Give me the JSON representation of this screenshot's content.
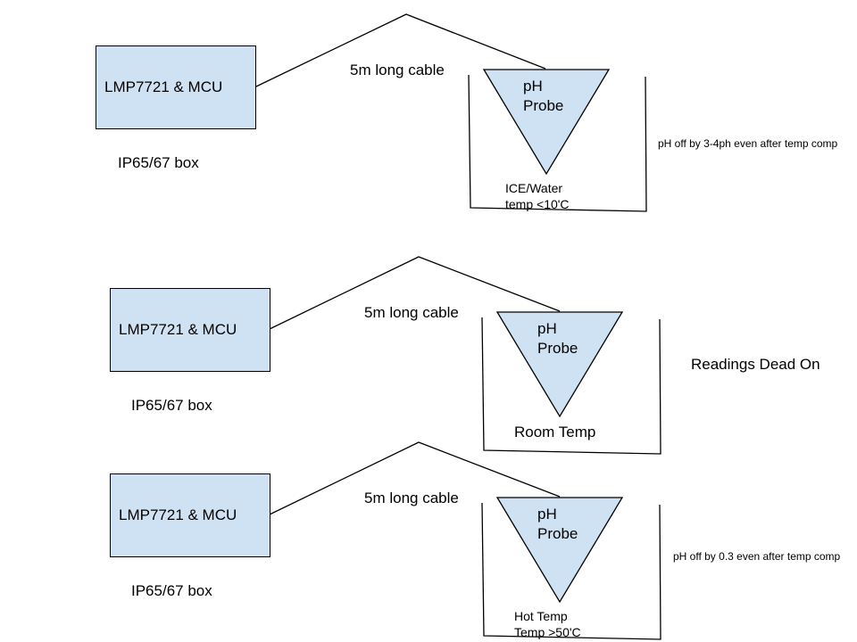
{
  "colors": {
    "fill": "#cfe2f3",
    "stroke": "#000000",
    "background": "#ffffff"
  },
  "scenarios": [
    {
      "box_label": "LMP7721 & MCU",
      "enclosure": "IP65/67 box",
      "cable": "5m long cable",
      "probe_line1": "pH",
      "probe_line2": "Probe",
      "bath_line1": "ICE/Water",
      "bath_line2": "temp <10'C",
      "note": "pH off by 3-4ph even after temp comp"
    },
    {
      "box_label": "LMP7721 & MCU",
      "enclosure": "IP65/67 box",
      "cable": "5m long cable",
      "probe_line1": "pH",
      "probe_line2": "Probe",
      "bath_line1": "Room Temp",
      "bath_line2": "",
      "note": "Readings Dead On"
    },
    {
      "box_label": "LMP7721 & MCU",
      "enclosure": "IP65/67 box",
      "cable": "5m long cable",
      "probe_line1": "pH",
      "probe_line2": "Probe",
      "bath_line1": "Hot Temp",
      "bath_line2": "Temp >50'C",
      "note": "pH off by 0.3 even after temp comp"
    }
  ]
}
